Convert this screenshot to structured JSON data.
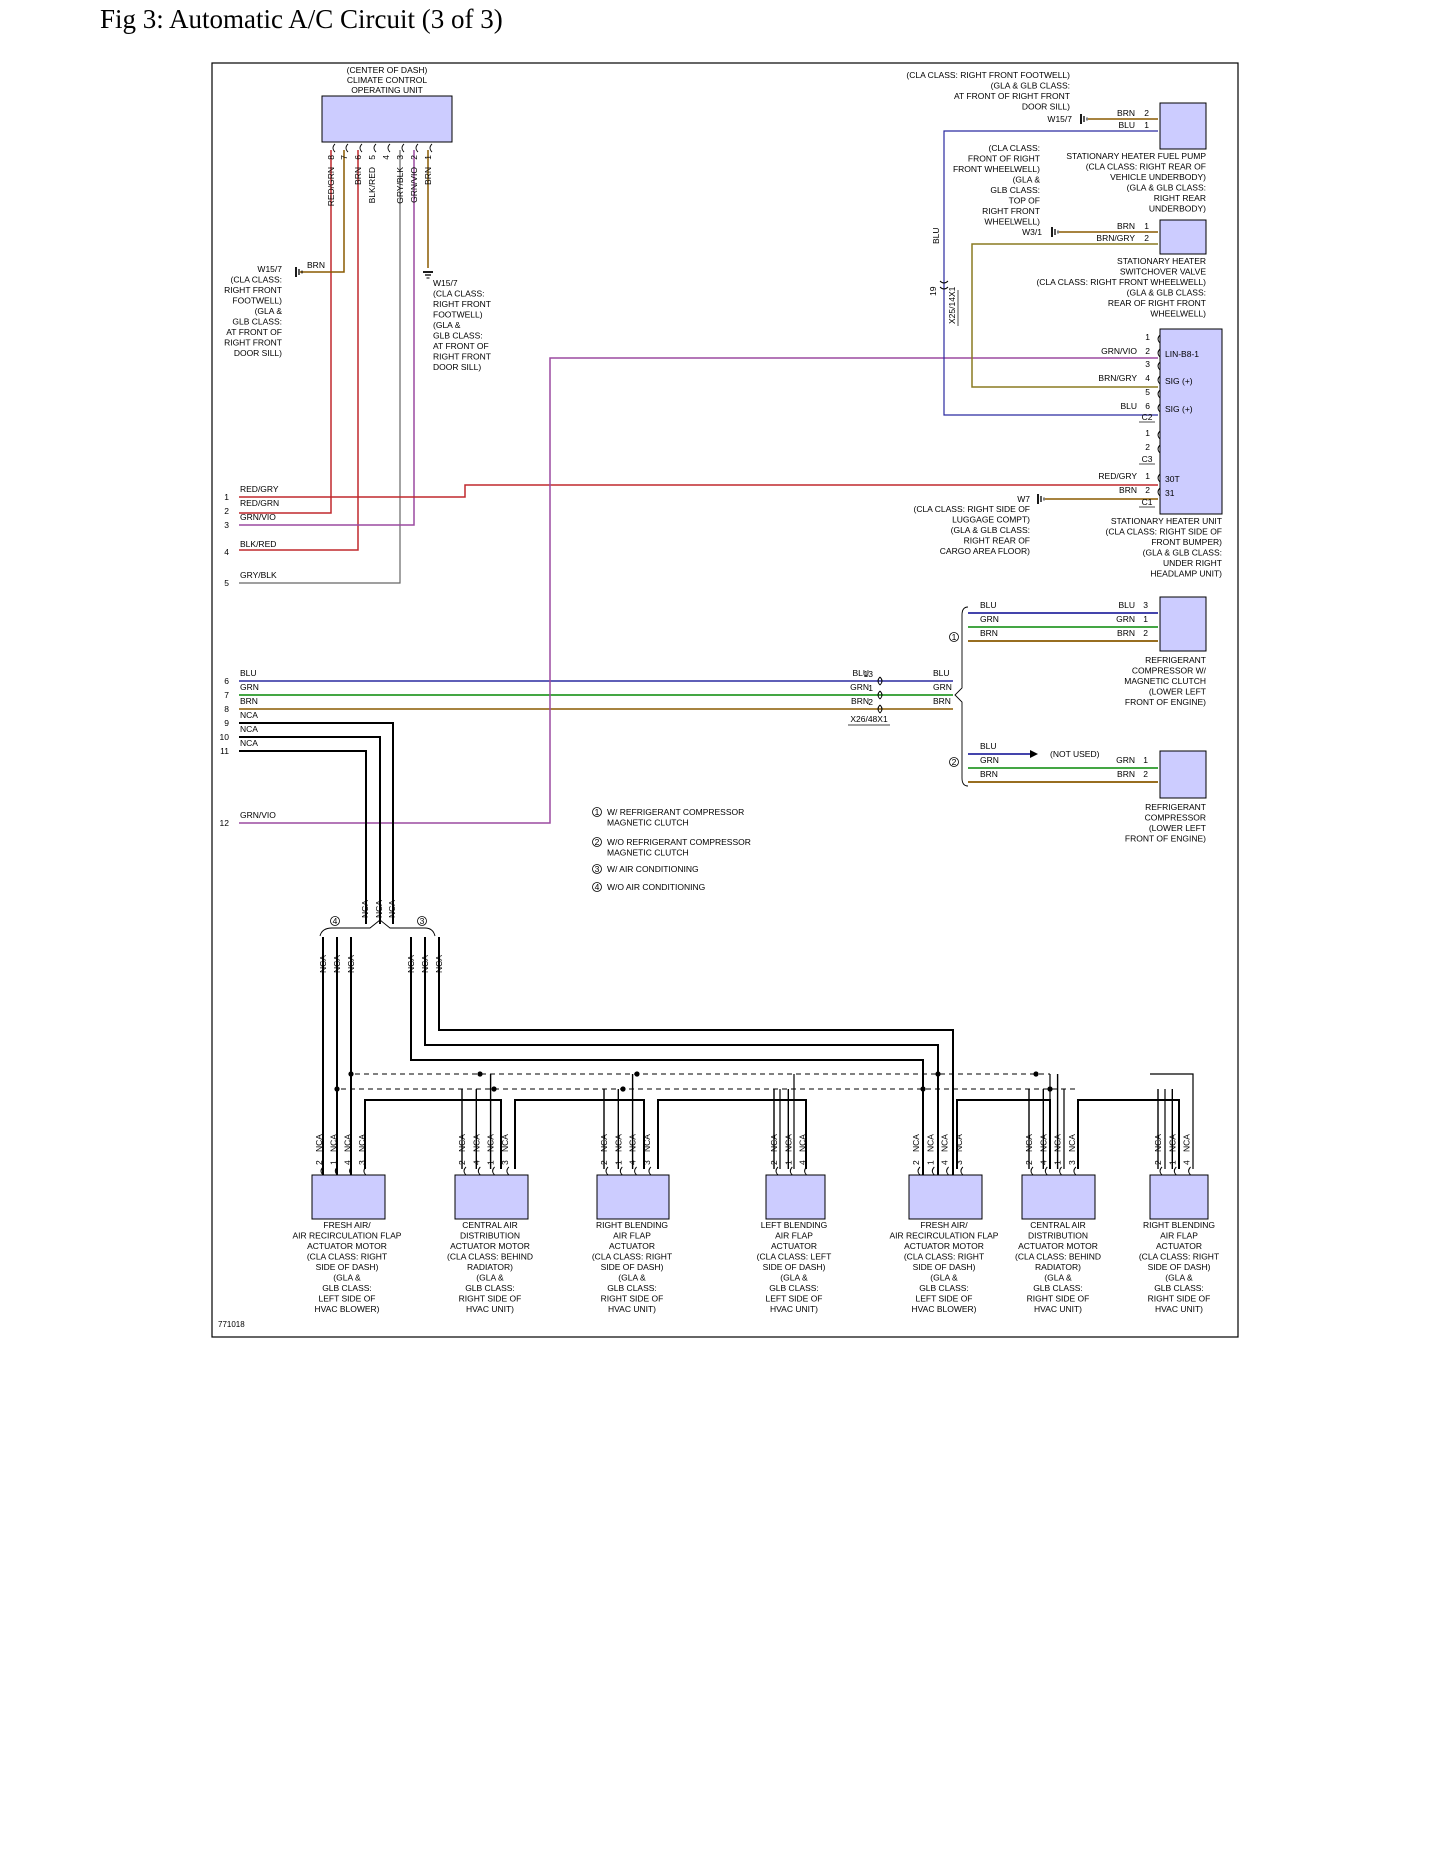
{
  "title": "Fig 3: Automatic A/C Circuit (3 of 3)",
  "figure_id": "771018",
  "colors": {
    "BRN": "#8a5a00",
    "BLU": "#2a2aa0",
    "GRN": "#2a9a2a",
    "RED": "#c0282d",
    "VIO": "#9c4aa0",
    "GRY": "#666666",
    "BLK": "#000000",
    "BRN_GRY": "#8a7a20",
    "component_fill": "#ccccff"
  },
  "climate_unit": {
    "label": [
      "(CENTER OF DASH)",
      "CLIMATE CONTROL",
      "OPERATING UNIT"
    ],
    "pins": [
      {
        "num": "8",
        "wire": "RED/GRN"
      },
      {
        "num": "7",
        "wire": ""
      },
      {
        "num": "6",
        "wire": "BRN"
      },
      {
        "num": "5",
        "wire": "BLK/RED"
      },
      {
        "num": "4",
        "wire": ""
      },
      {
        "num": "3",
        "wire": "GRY/BLK"
      },
      {
        "num": "2",
        "wire": "GRN/VIO"
      },
      {
        "num": "1",
        "wire": "BRN"
      }
    ]
  },
  "grounds": {
    "left_brn": "BRN",
    "left": [
      "W15/7",
      "(CLA CLASS:",
      "RIGHT FRONT",
      "FOOTWELL)",
      "(GLA &",
      "GLB CLASS:",
      "AT FRONT OF",
      "RIGHT FRONT",
      "DOOR SILL)"
    ],
    "center": [
      "W15/7",
      "(CLA CLASS:",
      "RIGHT FRONT",
      "FOOTWELL)",
      "(GLA &",
      "GLB CLASS:",
      "AT FRONT OF",
      "RIGHT FRONT",
      "DOOR SILL)"
    ],
    "top_right": [
      "(CLA CLASS: RIGHT FRONT FOOTWELL)",
      "(GLA & GLB CLASS:",
      "AT FRONT OF RIGHT FRONT",
      "DOOR SILL)",
      "W15/7"
    ],
    "w3": [
      "(CLA CLASS:",
      "FRONT OF RIGHT",
      "FRONT WHEELWELL)",
      "(GLA &",
      "GLB CLASS:",
      "TOP OF",
      "RIGHT FRONT",
      "WHEELWELL)",
      "W3/1"
    ],
    "w7": [
      "W7",
      "(CLA CLASS: RIGHT SIDE OF",
      "LUGGAGE COMPT)",
      "(GLA & GLB CLASS:",
      "RIGHT REAR OF",
      "CARGO AREA FLOOR)"
    ]
  },
  "connector_lines": [
    {
      "num": "1",
      "wire": "RED/GRY"
    },
    {
      "num": "2",
      "wire": "RED/GRN"
    },
    {
      "num": "3",
      "wire": "GRN/VIO"
    },
    {
      "num": "4",
      "wire": "BLK/RED"
    },
    {
      "num": "5",
      "wire": "GRY/BLK"
    },
    {
      "num": "6",
      "wire": "BLU"
    },
    {
      "num": "7",
      "wire": "GRN"
    },
    {
      "num": "8",
      "wire": "BRN"
    },
    {
      "num": "9",
      "wire": "NCA"
    },
    {
      "num": "10",
      "wire": "NCA"
    },
    {
      "num": "11",
      "wire": "NCA"
    },
    {
      "num": "12",
      "wire": "GRN/VIO"
    }
  ],
  "fuel_pump": {
    "pins": [
      {
        "num": "2",
        "wire": "BRN"
      },
      {
        "num": "1",
        "wire": "BLU"
      }
    ],
    "label": [
      "STATIONARY HEATER FUEL PUMP",
      "(CLA CLASS: RIGHT REAR OF",
      "VEHICLE UNDERBODY)",
      "(GLA & GLB CLASS:",
      "RIGHT REAR",
      "UNDERBODY)"
    ]
  },
  "switchover_valve": {
    "pins": [
      {
        "num": "1",
        "wire": "BRN"
      },
      {
        "num": "2",
        "wire": "BRN/GRY"
      }
    ],
    "label": [
      "STATIONARY HEATER",
      "SWITCHOVER VALVE",
      "(CLA CLASS: RIGHT FRONT WHEELWELL)",
      "(GLA & GLB CLASS:",
      "REAR OF RIGHT FRONT",
      "WHEELWELL)"
    ]
  },
  "blu_vertical_label": "BLU",
  "x25_connector": {
    "pin": "19",
    "name": "X25/14X1"
  },
  "heater_unit": {
    "pins": [
      {
        "num": "1",
        "wire": "",
        "func": ""
      },
      {
        "num": "2",
        "wire": "GRN/VIO",
        "func": "LIN-B8-1"
      },
      {
        "num": "3",
        "wire": "",
        "func": ""
      },
      {
        "num": "4",
        "wire": "BRN/GRY",
        "func": "SIG (+)"
      },
      {
        "num": "5",
        "wire": "",
        "func": ""
      },
      {
        "num": "6",
        "wire": "BLU",
        "func": "SIG (+)"
      },
      {
        "num": "1",
        "wire": "",
        "func": ""
      },
      {
        "num": "2",
        "wire": "",
        "func": ""
      },
      {
        "num": "1",
        "wire": "RED/GRY",
        "func": "30T"
      },
      {
        "num": "2",
        "wire": "BRN",
        "func": "31"
      }
    ],
    "connectors": [
      "C2",
      "C3",
      "C1"
    ],
    "label": [
      "STATIONARY HEATER UNIT",
      "(CLA CLASS: RIGHT SIDE OF",
      "FRONT BUMPER)",
      "(GLA & GLB CLASS:",
      "UNDER RIGHT",
      "HEADLAMP UNIT)"
    ]
  },
  "x26_connector": {
    "name": "X26/48X1",
    "pins": [
      {
        "num": "13",
        "wire": "BLU"
      },
      {
        "num": "1",
        "wire": "GRN"
      },
      {
        "num": "2",
        "wire": "BRN"
      }
    ]
  },
  "x26_right_wires": [
    "BLU",
    "GRN",
    "BRN"
  ],
  "compressor_clutch": {
    "option": "1",
    "bus_wires": [
      "BLU",
      "GRN",
      "BRN"
    ],
    "pins": [
      {
        "num": "3",
        "wire": "BLU"
      },
      {
        "num": "1",
        "wire": "GRN"
      },
      {
        "num": "2",
        "wire": "BRN"
      }
    ],
    "label": [
      "REFRIGERANT",
      "COMPRESSOR W/",
      "MAGNETIC CLUTCH",
      "(LOWER LEFT",
      "FRONT OF ENGINE)"
    ]
  },
  "compressor": {
    "option": "2",
    "bus_wires": [
      "BLU",
      "GRN",
      "BRN"
    ],
    "not_used": "(NOT USED)",
    "pins": [
      {
        "num": "1",
        "wire": "GRN"
      },
      {
        "num": "2",
        "wire": "BRN"
      }
    ],
    "label": [
      "REFRIGERANT",
      "COMPRESSOR",
      "(LOWER LEFT",
      "FRONT OF ENGINE)"
    ]
  },
  "legend": [
    {
      "num": "1",
      "text": [
        "W/ REFRIGERANT COMPRESSOR",
        "MAGNETIC CLUTCH"
      ]
    },
    {
      "num": "2",
      "text": [
        "W/O REFRIGERANT COMPRESSOR",
        "MAGNETIC CLUTCH"
      ]
    },
    {
      "num": "3",
      "text": [
        "W/ AIR CONDITIONING"
      ]
    },
    {
      "num": "4",
      "text": [
        "W/O AIR CONDITIONING"
      ]
    }
  ],
  "nca_bus": {
    "wire": "NCA",
    "option_left": "4",
    "option_right": "3"
  },
  "actuators": [
    {
      "pins": [
        "2",
        "1",
        "4",
        "3"
      ],
      "wires": [
        "NCA",
        "NCA",
        "NCA",
        "NCA"
      ],
      "label": [
        "FRESH AIR/",
        "AIR RECIRCULATION FLAP",
        "ACTUATOR MOTOR",
        "(CLA CLASS: RIGHT",
        "SIDE OF DASH)",
        "(GLA &",
        "GLB CLASS:",
        "LEFT SIDE OF",
        "HVAC BLOWER)"
      ]
    },
    {
      "pins": [
        "2",
        "4",
        "1",
        "3"
      ],
      "wires": [
        "NCA",
        "NCA",
        "NCA",
        "NCA"
      ],
      "label": [
        "CENTRAL AIR",
        "DISTRIBUTION",
        "ACTUATOR MOTOR",
        "(CLA CLASS: BEHIND",
        "RADIATOR)",
        "(GLA &",
        "GLB CLASS:",
        "RIGHT SIDE OF",
        "HVAC UNIT)"
      ]
    },
    {
      "pins": [
        "2",
        "1",
        "4",
        "3"
      ],
      "wires": [
        "NCA",
        "NCA",
        "NCA",
        "NCA"
      ],
      "label": [
        "RIGHT BLENDING",
        "AIR FLAP",
        "ACTUATOR",
        "(CLA CLASS: RIGHT",
        "SIDE OF DASH)",
        "(GLA &",
        "GLB CLASS:",
        "RIGHT SIDE OF",
        "HVAC UNIT)"
      ]
    },
    {
      "pins": [
        "2",
        "1",
        "4"
      ],
      "wires": [
        "NCA",
        "NCA",
        "NCA"
      ],
      "label": [
        "LEFT BLENDING",
        "AIR FLAP",
        "ACTUATOR",
        "(CLA CLASS: LEFT",
        "SIDE OF DASH)",
        "(GLA &",
        "GLB CLASS:",
        "LEFT SIDE OF",
        "HVAC UNIT)"
      ]
    },
    {
      "pins": [
        "2",
        "1",
        "4",
        "3"
      ],
      "wires": [
        "NCA",
        "NCA",
        "NCA",
        "NCA"
      ],
      "label": [
        "FRESH AIR/",
        "AIR RECIRCULATION FLAP",
        "ACTUATOR MOTOR",
        "(CLA CLASS: RIGHT",
        "SIDE OF DASH)",
        "(GLA &",
        "GLB CLASS:",
        "LEFT SIDE OF",
        "HVAC BLOWER)"
      ]
    },
    {
      "pins": [
        "2",
        "4",
        "1",
        "3"
      ],
      "wires": [
        "NCA",
        "NCA",
        "NCA",
        "NCA"
      ],
      "label": [
        "CENTRAL AIR",
        "DISTRIBUTION",
        "ACTUATOR MOTOR",
        "(CLA CLASS: BEHIND",
        "RADIATOR)",
        "(GLA &",
        "GLB CLASS:",
        "RIGHT SIDE OF",
        "HVAC UNIT)"
      ]
    },
    {
      "pins": [
        "2",
        "1",
        "4"
      ],
      "wires": [
        "NCA",
        "NCA",
        "NCA"
      ],
      "label": [
        "RIGHT BLENDING",
        "AIR FLAP",
        "ACTUATOR",
        "(CLA CLASS: RIGHT",
        "SIDE OF DASH)",
        "(GLA &",
        "GLB CLASS:",
        "RIGHT SIDE OF",
        "HVAC UNIT)"
      ]
    }
  ]
}
